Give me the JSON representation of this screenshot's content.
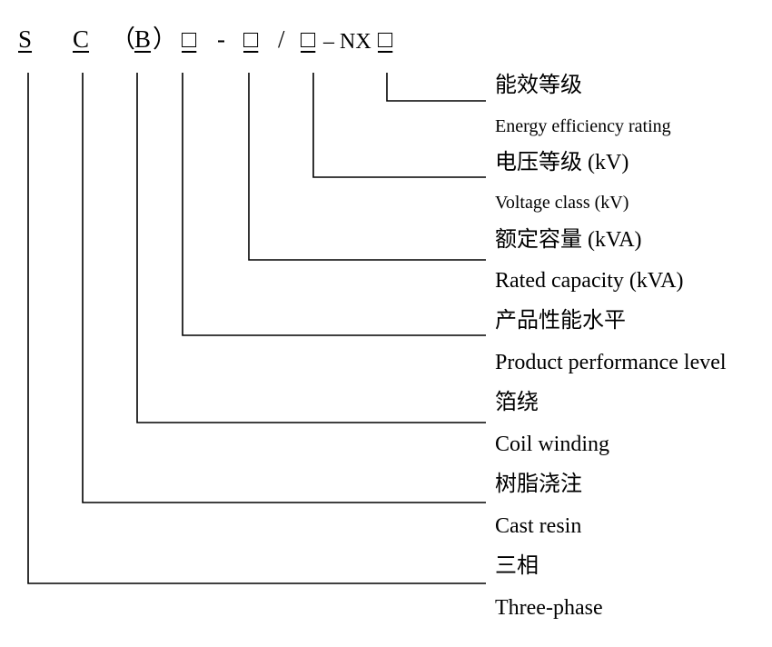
{
  "code": {
    "s": "S",
    "c": "C",
    "paren_open": "（",
    "b": "B",
    "paren_close": "）",
    "box1": "□",
    "dash": "-",
    "box2": "□",
    "slash": "/",
    "box3": "□",
    "suffix": "– NX",
    "box4": "□"
  },
  "labels": [
    {
      "zh": "能效等级",
      "en": "Energy efficiency rating"
    },
    {
      "zh": "电压等级 (kV)",
      "en": "Voltage class (kV)"
    },
    {
      "zh": "额定容量 (kVA)",
      "en": "Rated capacity (kVA)"
    },
    {
      "zh": "产品性能水平",
      "en": "Product performance level"
    },
    {
      "zh": "箔绕",
      "en": "Coil winding"
    },
    {
      "zh": "树脂浇注",
      "en": "Cast resin"
    },
    {
      "zh": "三相",
      "en": "Three-phase"
    }
  ]
}
